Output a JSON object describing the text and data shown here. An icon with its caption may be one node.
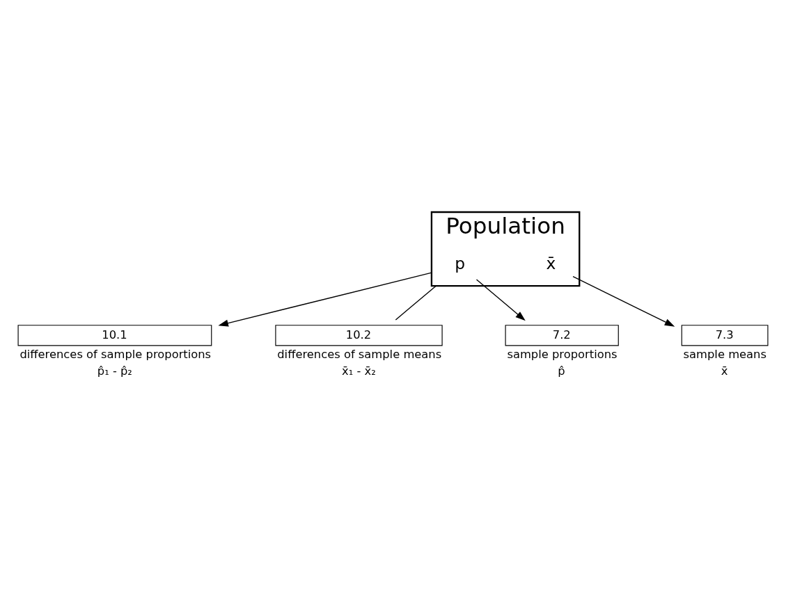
{
  "diagram": {
    "nodes": [
      {
        "text": [
          "Population"
        ]
      },
      {
        "text": [
          "p"
        ],
        "in": 0
      },
      {
        "text": [
          "x̄"
        ],
        "in": 0
      },
      {
        "text": [
          "10.1"
        ],
        "beside": [
          "differences of sample proportions",
          "p̂₁ - p̂₂"
        ]
      },
      {
        "text": [
          "10.2"
        ],
        "beside": [
          "differences of sample means",
          "x̄₁ - x̄₂"
        ]
      },
      {
        "text": [
          "7.2"
        ],
        "beside": [
          "sample proportions",
          "p̂"
        ]
      },
      {
        "text": [
          "7.3"
        ],
        "beside": [
          "sample means",
          "x̄"
        ]
      }
    ],
    "edges": [
      {
        "from": 0,
        "to": 3,
        "arrow": "to"
      },
      {
        "from": 0,
        "to": 4,
        "arrow": "none"
      },
      {
        "from": 1,
        "to": 5,
        "arrow": "to"
      },
      {
        "from": 2,
        "to": 6,
        "arrow": "to"
      }
    ]
  }
}
